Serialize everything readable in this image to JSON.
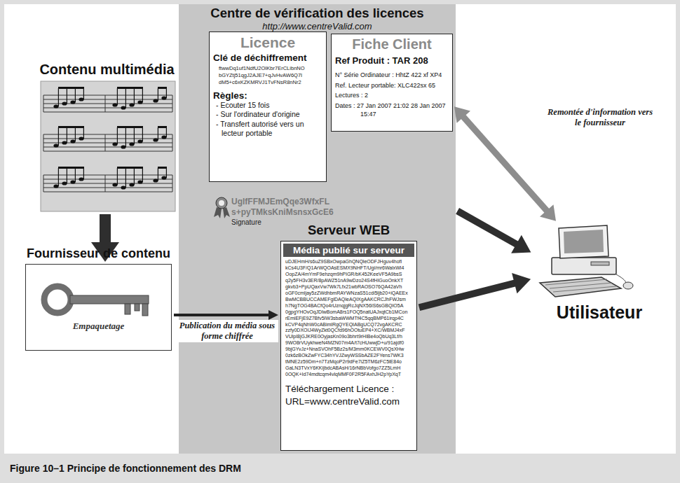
{
  "diagram": {
    "caption": "Figure 10–1 Principe de fonctionnement des DRM",
    "nodes": [
      {
        "text": [
          "Contenu multimédia"
        ]
      },
      {
        "text": [
          "Fournisseur de contenu",
          "Empaquetage"
        ]
      },
      {
        "text": [
          "Centre de vérification des licences",
          "http://www.centreValid.com"
        ]
      },
      {
        "text": [
          "Licence",
          "Clé de déchiffrement",
          "ftwwDq1uf1NdfU2OIKbr7ErCLibnNO bGYZtj51qgJ2AJE7+qJvHvAW6Q7I dM5+c6xKZKMRVJ1TvFNsR8nNr2",
          "Règles:",
          "- Ecouter 15 fois",
          "- Sur l'ordinateur d'origine",
          "- Transfert autorisé vers un lecteur portable"
        ],
        "in": 2
      },
      {
        "text": [
          "Fiche Client",
          "Ref Produit : TAR 208",
          "N° Série Ordinateur : HhtZ 422 xf XP4",
          "Ref. Lecteur portable: XLC422sx 65",
          "Lectures : 2",
          "Dates : 27 Jan 2007 21:02 28 Jan 2007 15:47"
        ],
        "in": 2
      },
      {
        "text": [
          "Serveur WEB",
          "Média publié sur serveur",
          "uDJEHmH/s6uZ9SBxOwpaGhQNQleODFJHguv4hofl kCs4U3F/Q1ArWQOAsESMX9NHFT/Ugi/mr6WalxWl4 OopZA/4mYmF9ehzqm9hPIGR/bK452KeeVF5A9bsS q2y5FH3v3ER/8pAWZ51nA9wDzo24S4fHlGuoOnkXT gkvb3+PpUQaxVw7Wk7Lfx21wbRAOSO76QA42aVh oGF0cmljay5zZWdhbmRAYWNzaS51cdi5ljb20+iQAEEx BwMCBBUCCAMEFglDAQIeAQIXgAAKCRCJhFWJsm h7NgTOG4BACfQo4rUznqjgRcJqNX56IS6sGBQIO5A 0gpgYHOvOqJDlwBomA8rs1FOQ5natUAJxqtCb1MCon rEmiEFjE9Z7Bfv5IW3sbaWWMTf4C5qqBMP61irqp4C kCVP4qNhW0cABimlRgQYEQIABgUCQ72vgAKCRC zzfy0DXOIJ4WyZkt0QCfd96hOOtuEP4+XC/WBMJ4xF VUlpI8jGJKRE0OyjasKn09o3bhrt9rHlBe4oQbUq3Lf/h 9WO8rVUykhweN4MZN07m4A/t7cHUwwjD+u/91ajdf0 9bjGYvJz+NnaSVOhF5Bz2s/M3mm0KCEWV0QsXHw 0zk6zBOkZwFYC34hYVJZwyWSSbAZE2FYens7WK3 tMNE2z59Dm+n7TzMqoP2r9dFe7iZ5TM6zFC5lE84o GaLN3TVxY6KKijbdcABAsH/16rNBbVofgo7ZZ5LmH 0OQK+Id74mdtcqm4vlqMMF0F2R5FAxhJH2pYpXqT",
          "Téléchargement Licence : URL=www.centreValid.com"
        ],
        "in": 2
      },
      {
        "text": [
          "Utilisateur"
        ]
      }
    ],
    "edges": [
      {
        "from": 0,
        "to": 1,
        "arrow": "to"
      },
      {
        "from": 1,
        "to": 5,
        "label": "Publication du média sous forme chiffrée",
        "arrow": "to"
      },
      {
        "from": 2,
        "to": 6,
        "arrow": "to"
      },
      {
        "from": 5,
        "to": 6,
        "arrow": "to"
      },
      {
        "from": 4,
        "to": 6,
        "label": "Remontée d'information vers le fournisseur",
        "arrow": "both"
      }
    ],
    "labels": [
      "UglfFFMJEmQqe3WfxFL s+pyTMksKniMsnsxGcE6",
      "Signature"
    ]
  }
}
